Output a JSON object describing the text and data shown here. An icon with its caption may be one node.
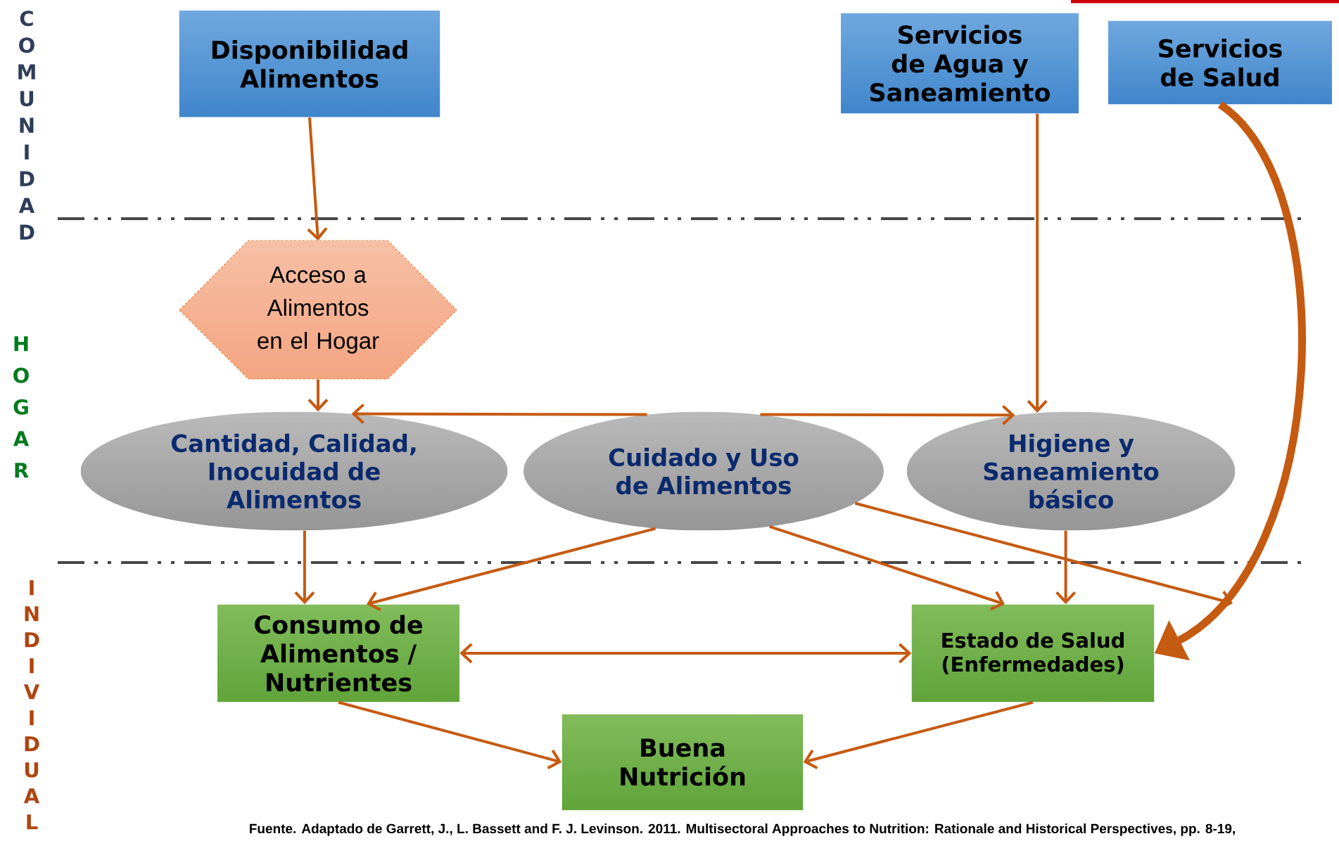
{
  "diagram": {
    "nodes": [
      {
        "text": [
          "Disponibilidad Alimentos"
        ]
      },
      {
        "text": [
          "Servicios de Agua y Saneamiento"
        ]
      },
      {
        "text": [
          "Servicios de Salud"
        ]
      },
      {
        "text": [
          "Acceso a Alimentos en el Hogar"
        ]
      },
      {
        "text": [
          "Cantidad, Calidad, Inocuidad de Alimentos"
        ]
      },
      {
        "text": [
          "Cuidado y Uso de Alimentos"
        ]
      },
      {
        "text": [
          "Higiene y Saneamiento básico"
        ]
      },
      {
        "text": [
          "Consumo de Alimentos / Nutrientes"
        ]
      },
      {
        "text": [
          "Estado de Salud (Enfermedades)"
        ]
      },
      {
        "text": [
          "Buena Nutrición"
        ]
      }
    ],
    "edges": [
      {
        "from": 0,
        "to": 3,
        "arrow": "to"
      },
      {
        "from": 1,
        "to": 6,
        "arrow": "to"
      },
      {
        "from": 2,
        "to": 8,
        "arrow": "to",
        "style": "thick"
      },
      {
        "from": 3,
        "to": 4,
        "arrow": "to"
      },
      {
        "from": 5,
        "to": 4,
        "arrow": "to"
      },
      {
        "from": 5,
        "to": 6,
        "arrow": "to"
      },
      {
        "from": 4,
        "to": 7,
        "arrow": "to"
      },
      {
        "from": 5,
        "to": 7,
        "arrow": "to"
      },
      {
        "from": 5,
        "to": 8,
        "arrow": "to"
      },
      {
        "from": 6,
        "to": 8,
        "arrow": "to"
      },
      {
        "from": 5,
        "to": null,
        "arrow": "to"
      },
      {
        "from": 7,
        "to": 8,
        "arrow": "both"
      },
      {
        "from": 7,
        "to": 9,
        "arrow": "to"
      },
      {
        "from": 8,
        "to": 9,
        "arrow": "to"
      }
    ],
    "labels": [
      "COMUNIDAD",
      "HOGAR",
      "INDIVIDUAL",
      "Fuente. Adaptado de Garrett, J., L. Bassett and F. J. Levinson. 2011. Multisectoral Approaches to Nutrition: Rationale and Historical Perspectives, pp. 8-19,"
    ]
  }
}
